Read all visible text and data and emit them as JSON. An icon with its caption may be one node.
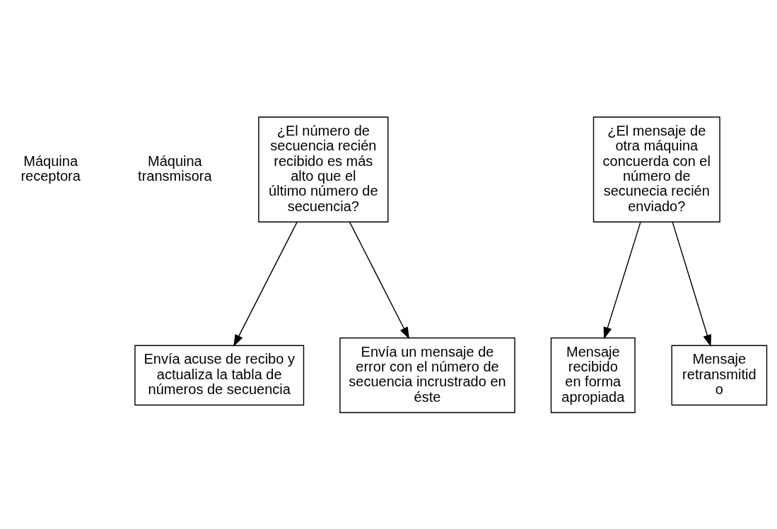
{
  "diagram": {
    "nodes": [
      {
        "text": [
          "¿El número de secuencia recién recibido es más alto que el último número de secuencia?"
        ]
      },
      {
        "text": [
          "¿El mensaje de otra máquina concuerda con el número de secunecia recién enviado?"
        ]
      },
      {
        "text": [
          "Envía acuse de recibo y actualiza la tabla de números de secuencia"
        ]
      },
      {
        "text": [
          "Envía un mensaje de error con el número de secuencia incrustrado en éste"
        ]
      },
      {
        "text": [
          "Mensaje recibido en forma apropiada"
        ]
      },
      {
        "text": [
          "Mensaje retransmitid o"
        ]
      }
    ],
    "edges": [
      {
        "from": 0,
        "to": 2,
        "arrow": "to"
      },
      {
        "from": 0,
        "to": 3,
        "arrow": "to"
      },
      {
        "from": 1,
        "to": 4,
        "arrow": "to"
      },
      {
        "from": 1,
        "to": 5,
        "arrow": "to"
      }
    ],
    "labels": [
      "Máquina receptora",
      "Máquina transmisora"
    ]
  }
}
